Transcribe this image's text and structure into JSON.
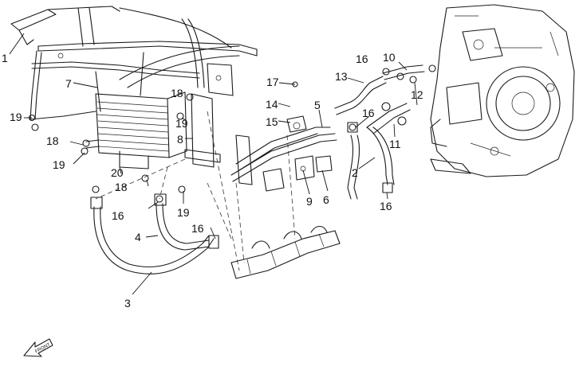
{
  "callouts": [
    "1",
    "2",
    "3",
    "4",
    "5",
    "6",
    "7",
    "8",
    "9",
    "10",
    "11",
    "12",
    "13",
    "14",
    "15",
    "16",
    "17",
    "18",
    "19",
    "20"
  ],
  "front_arrow_label": "FRONT"
}
